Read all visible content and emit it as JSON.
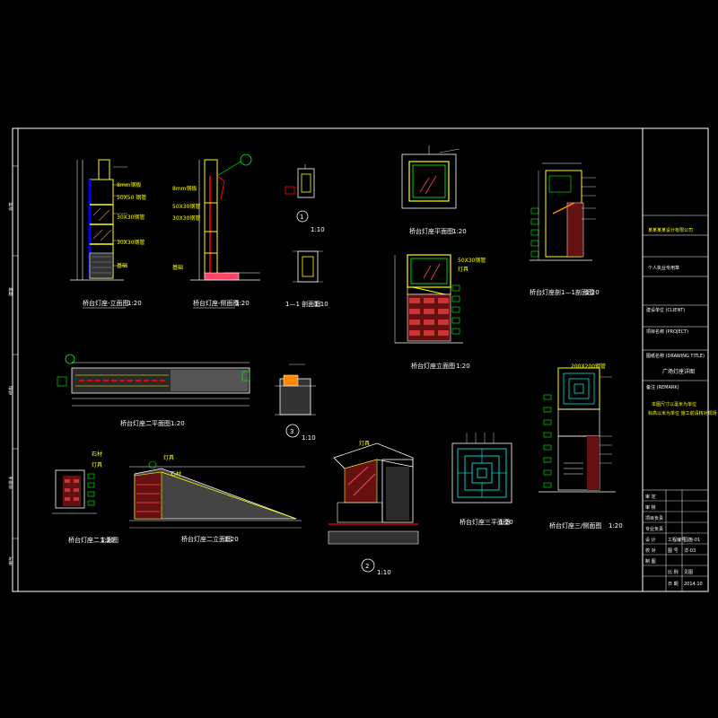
{
  "drawing": {
    "views": {
      "v1_label": "桥台灯座-立面图",
      "v1_scale": "1:20",
      "v2_label": "桥台灯座-侧面图",
      "v2_scale": "1:20",
      "d1_label": "1:10",
      "sec11_label": "1—1 剖面图",
      "sec11_scale": "1:10",
      "plan1_label": "桥台灯座平面图",
      "plan1_scale": "1:20",
      "elev2_label": "桥台灯座立面图",
      "elev2_scale": "1:20",
      "sec_right_label": "桥台灯座剖1—1剖面图",
      "sec_right_scale": "1:20",
      "long_plan_label": "桥台灯座二平面图",
      "long_plan_scale": "1:20",
      "d3_label": "1:10",
      "small_elev_label": "桥台灯座二立面图",
      "small_elev_scale": "1:20",
      "slope_label": "桥台灯座二立面图",
      "slope_scale": "1:20",
      "d2_label": "1:10",
      "plan3_label": "桥台灯座三平面图",
      "plan3_scale": "1:20",
      "elev3_label": "桥台灯座三/侧面图",
      "elev3_scale": "1:20"
    },
    "annotations": {
      "a_50x50": "50X50 钢管",
      "a_50x30": "50X30钢管",
      "a_30x30": "30X30钢管",
      "a_200": "200X200钢管"
    },
    "title_block": {
      "r1": "某某某某设计有限公司",
      "r2": "个人执业专用章",
      "client_label": "建设单位 (CLIENT)",
      "project_label": "项目名称 (PROJECT)",
      "title_label": "图纸名称 (DRAWING TITLE)",
      "title_value": "广场灯座详图",
      "remark_label": "备注 (REMARK)",
      "remark_1": "本图尺寸以毫米为单位",
      "remark_2": "标高以米为单位 施工前请核对现场",
      "sign_rows": [
        "审 定",
        "审 核",
        "项目负责",
        "专业负责",
        "设 计",
        "校 对",
        "制 图"
      ],
      "info_rows": [
        "工程编号",
        "图 号",
        "比 例",
        "日 期"
      ],
      "info_vals": [
        "园施-01",
        "详-03",
        "见图",
        "2014.10"
      ]
    },
    "side_text": [
      "会签",
      "建筑",
      "结构",
      "给排水",
      "电气"
    ]
  }
}
